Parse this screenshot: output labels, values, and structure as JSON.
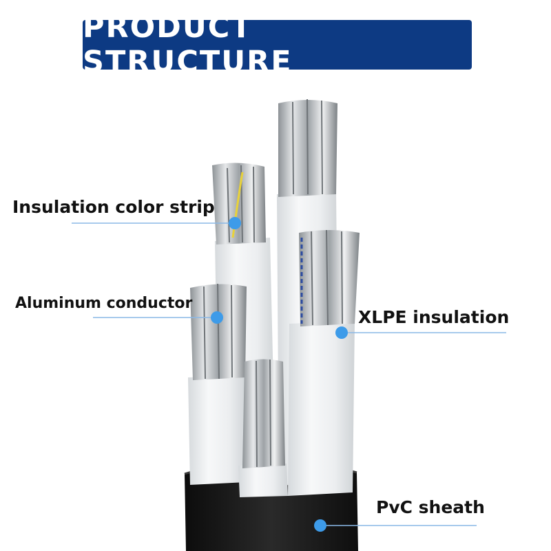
{
  "banner": {
    "title": "PRODUCT STRUCTURE"
  },
  "colors": {
    "banner": "#0d3a83",
    "leader": "#8ab8e6",
    "dot": "#3d9be9",
    "sheath": "#1c1c1c",
    "xlpe": "#e9ecef",
    "aluminum": "#b8bcc0"
  },
  "callouts": [
    {
      "label": "Insulation color strip"
    },
    {
      "label": "Aluminum conductor"
    },
    {
      "label": "XLPE insulation"
    },
    {
      "label": "PvC sheath"
    }
  ]
}
